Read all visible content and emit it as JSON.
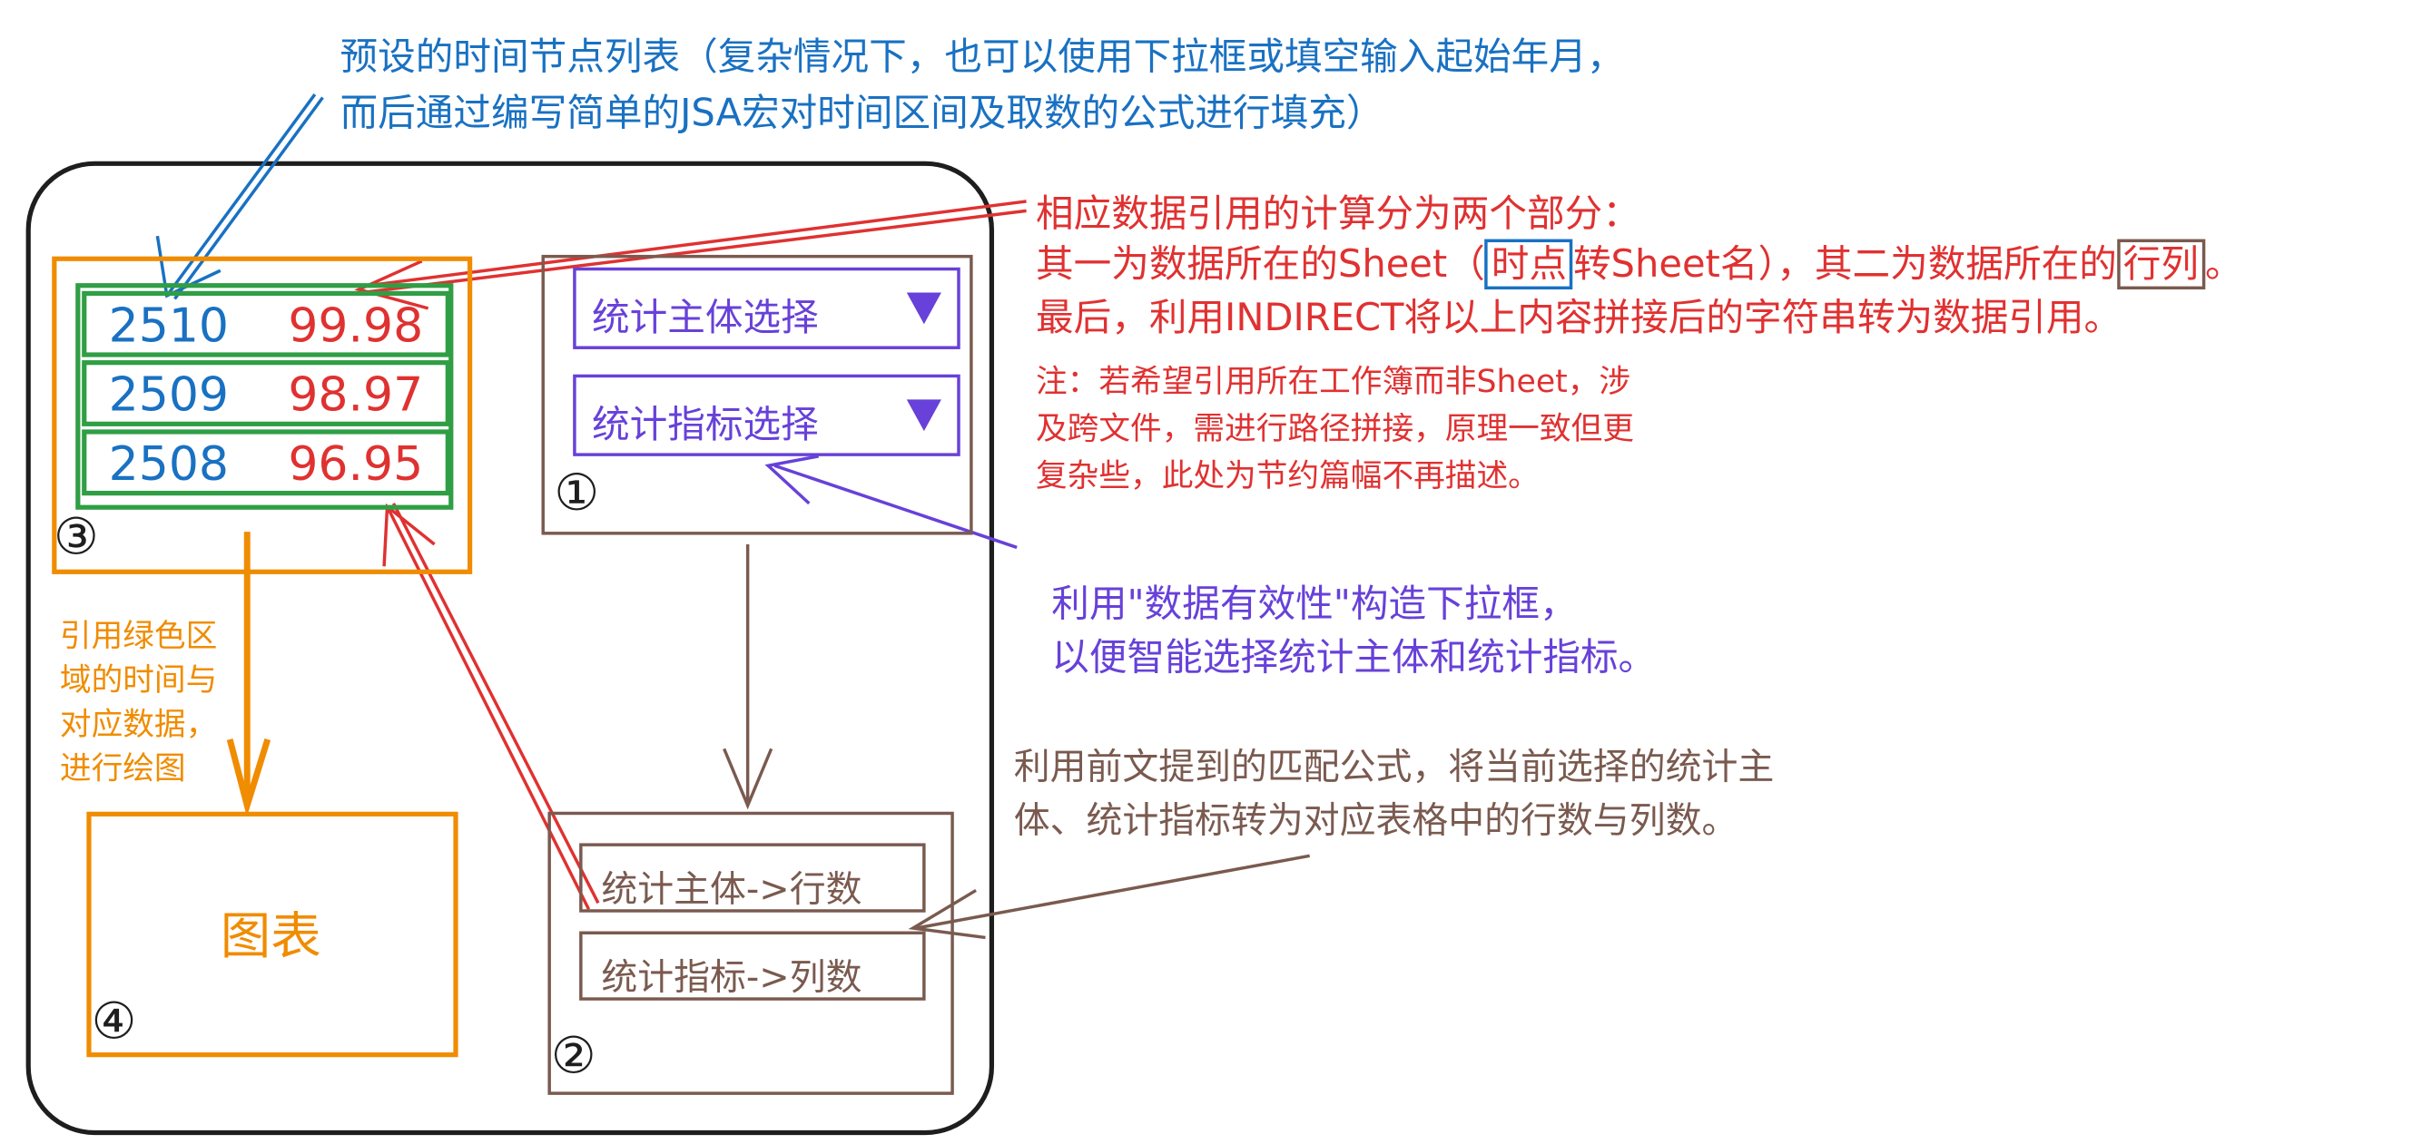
{
  "top_note": {
    "line1": "预设的时间节点列表（复杂情况下，也可以使用下拉框或填空输入起始年月，",
    "line2": "而后通过编写简单的JSA宏对时间区间及取数的公式进行填充）"
  },
  "red_note": {
    "line1": "相应数据引用的计算分为两个部分：",
    "line2_a": "其一为数据所在的Sheet（",
    "line2_b": "时点",
    "line2_c": "转Sheet名），其二为数据所在的",
    "line2_d": "行列",
    "line2_e": "。",
    "line3": "最后，利用INDIRECT将以上内容拼接后的字符串转为数据引用。",
    "note1": "注：若希望引用所在工作簿而非Sheet，涉",
    "note2": "及跨文件，需进行路径拼接，原理一致但更",
    "note3": "复杂些，此处为节约篇幅不再描述。"
  },
  "selectors": {
    "subject": "统计主体选择",
    "indicator": "统计指标选择"
  },
  "purple_note": {
    "line1": "利用\"数据有效性\"构造下拉框，",
    "line2": "以便智能选择统计主体和统计指标。"
  },
  "brown_note": {
    "line1": "利用前文提到的匹配公式，将当前选择的统计主",
    "line2": "体、统计指标转为对应表格中的行数与列数。"
  },
  "calc_boxes": {
    "row": "统计主体->行数",
    "col": "统计指标->列数"
  },
  "time_list": [
    {
      "period": "2510",
      "value": "99.98"
    },
    {
      "period": "2509",
      "value": "98.97"
    },
    {
      "period": "2508",
      "value": "96.95"
    }
  ],
  "orange_note": {
    "line1": "引用绿色区",
    "line2": "域的时间与",
    "line3": "对应数据，",
    "line4": "进行绘图"
  },
  "chart_box": {
    "label": "图表"
  },
  "markers": {
    "m1": "①",
    "m2": "②",
    "m3": "③",
    "m4": "④"
  },
  "colors": {
    "blue": "#1971c2",
    "red": "#e03131",
    "purple": "#6741d9",
    "brown": "#7a5a4f",
    "orange": "#f08c00",
    "green": "#2f9e44",
    "black": "#1e1e1e"
  }
}
